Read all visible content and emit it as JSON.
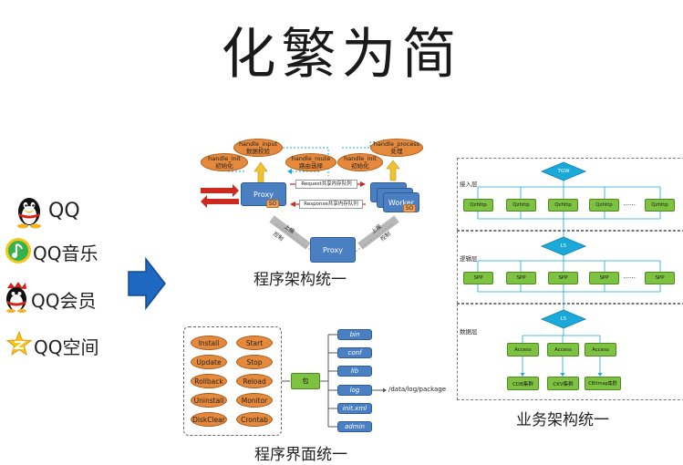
{
  "slide": {
    "title": "化繁为简"
  },
  "products": [
    {
      "label": "QQ",
      "icon": "qq-penguin-icon"
    },
    {
      "label": "QQ音乐",
      "icon": "qq-music-icon"
    },
    {
      "label": "QQ会员",
      "icon": "qq-vip-penguin-icon"
    },
    {
      "label": "QQ空间",
      "icon": "qzone-star-icon"
    }
  ],
  "framework": {
    "caption": "程序架构统一",
    "nodes": {
      "handle_init_left": "handle_init\n初始化",
      "handle_input": "handle_input\n数据校验",
      "handle_route": "handle_route\n路由选择",
      "handle_init_right": "handle_init\n初始化",
      "handle_process": "handle_process\n处理",
      "proxy_top": "Proxy",
      "proxy_bottom": "Proxy",
      "worker": "Worker",
      "so": "SO",
      "request_queue": "Request共享内存队列",
      "response_queue": "Response共享内存队列",
      "up_left": "上报",
      "down_left": "控制",
      "up_right": "上报",
      "down_right": "控制"
    }
  },
  "interface": {
    "caption": "程序界面统一",
    "commands": [
      "Install",
      "Start",
      "Update",
      "Stop",
      "Rollback",
      "Reload",
      "Uninstall",
      "Monitor",
      "DiskClear",
      "Crontab"
    ],
    "package": "包",
    "dirs": [
      "bin",
      "conf",
      "lib",
      "log",
      "init.xml",
      "admin"
    ],
    "log_path": "/data/log/package"
  },
  "business": {
    "caption": "业务架构统一",
    "layers": {
      "access": "接入层",
      "logic": "逻辑层",
      "data": "数据层"
    },
    "tgw": "TGW",
    "l5_a": "L5",
    "l5_b": "L5",
    "qzhttp": [
      "Qzhttp",
      "Qzhttp",
      "Qzhttp",
      "Qzhttp",
      "Qzhttp"
    ],
    "spp": [
      "SPP",
      "SPP",
      "SPP",
      "SPP",
      "SPP"
    ],
    "access_boxes": [
      "Access",
      "Access",
      "Access"
    ],
    "storage": [
      "CDB集群",
      "CKV集群",
      "CBitmap集群"
    ],
    "ellipsis": "……"
  },
  "colors": {
    "orange": "#e58a3c",
    "blue": "#4a7fc1",
    "green": "#7ec242",
    "cyan": "#1aa9d9",
    "red": "#cc2a20",
    "gold": "#f0c230"
  }
}
